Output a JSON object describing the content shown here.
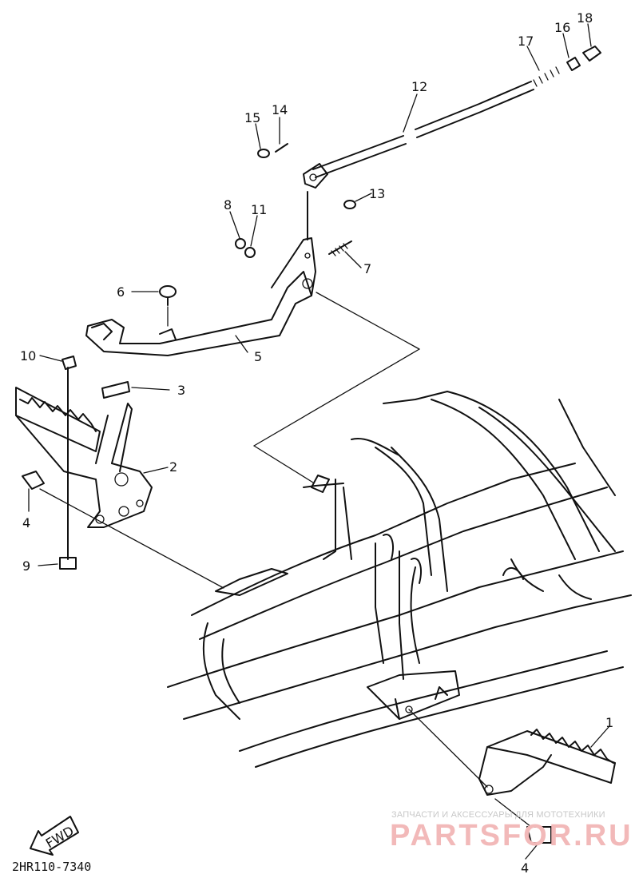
{
  "callouts": [
    {
      "id": "1",
      "text": "1"
    },
    {
      "id": "2",
      "text": "2"
    },
    {
      "id": "3",
      "text": "3"
    },
    {
      "id": "4a",
      "text": "4"
    },
    {
      "id": "4b",
      "text": "4"
    },
    {
      "id": "5",
      "text": "5"
    },
    {
      "id": "6",
      "text": "6"
    },
    {
      "id": "7",
      "text": "7"
    },
    {
      "id": "8",
      "text": "8"
    },
    {
      "id": "9",
      "text": "9"
    },
    {
      "id": "10",
      "text": "10"
    },
    {
      "id": "11",
      "text": "11"
    },
    {
      "id": "12",
      "text": "12"
    },
    {
      "id": "13",
      "text": "13"
    },
    {
      "id": "14",
      "text": "14"
    },
    {
      "id": "15",
      "text": "15"
    },
    {
      "id": "16",
      "text": "16"
    },
    {
      "id": "17",
      "text": "17"
    },
    {
      "id": "18",
      "text": "18"
    }
  ],
  "fwd_label": "FWD",
  "diagram_code": "2HR110-7340",
  "watermark": {
    "tagline": "ЗАПЧАСТИ И АКСЕССУАРЫ ДЛЯ МОТОТЕХНИКИ",
    "brand": "PARTSFOR.RU"
  },
  "colors": {
    "line": "#111111",
    "watermark_text": "#f2b9b9",
    "watermark_tagline": "#c8c8c8"
  }
}
